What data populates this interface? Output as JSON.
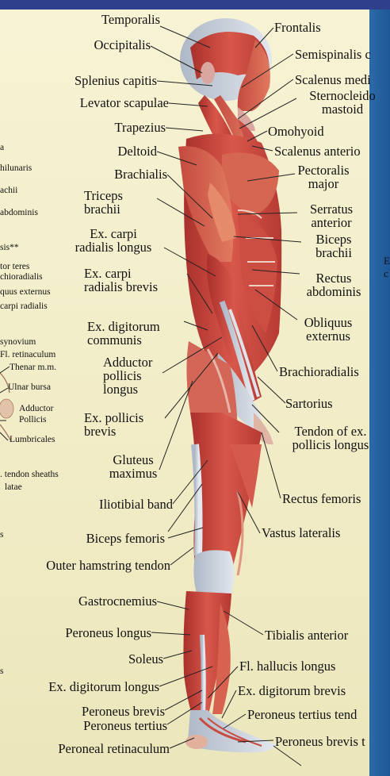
{
  "labels_right": {
    "frontalis": "Frontalis",
    "semispinalis": "Semispinalis c",
    "scalenus_medius": "Scalenus medi",
    "sternocleido_1": "Sternocleido",
    "sternocleido_2": "mastoid",
    "omohyoid": "Omohyoid",
    "scalenus_anterior": "Scalenus anterio",
    "pectoralis_1": "Pectoralis",
    "pectoralis_2": "major",
    "serratus_1": "Serratus",
    "serratus_2": "anterior",
    "biceps_1": "Biceps",
    "biceps_2": "brachii",
    "rectus_abd_1": "Rectus",
    "rectus_abd_2": "abdominis",
    "obliquus_1": "Obliquus",
    "obliquus_2": "externus",
    "brachioradialis": "Brachioradialis",
    "sartorius": "Sartorius",
    "tendon_1": "Tendon of ex.",
    "tendon_2": "pollicis longus",
    "rectus_femoris": "Rectus femoris",
    "vastus_lateralis": "Vastus lateralis",
    "tibialis_anterior": "Tibialis anterior",
    "fl_hallucis": "Fl. hallucis longus",
    "ex_dig_brevis": "Ex. digitorum brevis",
    "peroneus_tertius_tendon": "Peroneus tertius tend",
    "peroneus_brevis_t": "Peroneus brevis t"
  },
  "labels_left": {
    "temporalis": "Temporalis",
    "occipitalis": "Occipitalis",
    "splenius": "Splenius capitis",
    "levator": "Levator scapulae",
    "trapezius": "Trapezius",
    "deltoid": "Deltoid",
    "brachialis": "Brachialis",
    "triceps_1": "Triceps",
    "triceps_2": "brachii",
    "ex_carpi_rl_1": "Ex. carpi",
    "ex_carpi_rl_2": "radialis longus",
    "ex_carpi_rb_1": "Ex. carpi",
    "ex_carpi_rb_2": "radialis brevis",
    "ex_dig_com_1": "Ex. digitorum",
    "ex_dig_com_2": "communis",
    "adductor_pl_1": "Adductor",
    "adductor_pl_2": "pollicis",
    "adductor_pl_3": "longus",
    "ex_pollicis_1": "Ex. pollicis",
    "ex_pollicis_2": "brevis",
    "gluteus_1": "Gluteus",
    "gluteus_2": "maximus",
    "iliotibial": "Iliotibial band",
    "biceps_femoris": "Biceps femoris",
    "outer_hamstring": "Outer hamstring tendon",
    "gastrocnemius": "Gastrocnemius",
    "peroneus_longus": "Peroneus longus",
    "soleus": "Soleus",
    "ex_dig_longus": "Ex. digitorum longus",
    "peroneus_brevis": "Peroneus brevis",
    "peroneus_tertius": "Peroneus tertius",
    "peroneal_ret": "Peroneal retinaculum"
  },
  "left_column_cut": {
    "a": "a",
    "hilunaris": "hilunaris",
    "achii": "achii",
    "abdominis": "abdominis",
    "sis": "sis**",
    "tor_teres": "tor teres",
    "chioradialis": "chioradialis",
    "quus_externus": "quus externus",
    "carpi_radialis": "carpi radialis",
    "synovium": "synovium",
    "fl_retinaculum": "Fl. retinaculum",
    "thenar": "Thenar m.m.",
    "ulnar_bursa": "Ulnar bursa",
    "adductor_1": "Adductor",
    "adductor_2": "Pollicis",
    "lumbricales": "Lumbricales",
    "tendon_sheaths": ". tendon sheaths",
    "latae": "latae",
    "s1": "s",
    "s2": "s"
  },
  "right_edge_cut": {
    "b": "E",
    "c": "c"
  },
  "colors": {
    "header": "#2f3f8c",
    "side_panel": "#2b6aa8",
    "muscle": "#c8423a",
    "tendon": "#c9cfd9"
  }
}
